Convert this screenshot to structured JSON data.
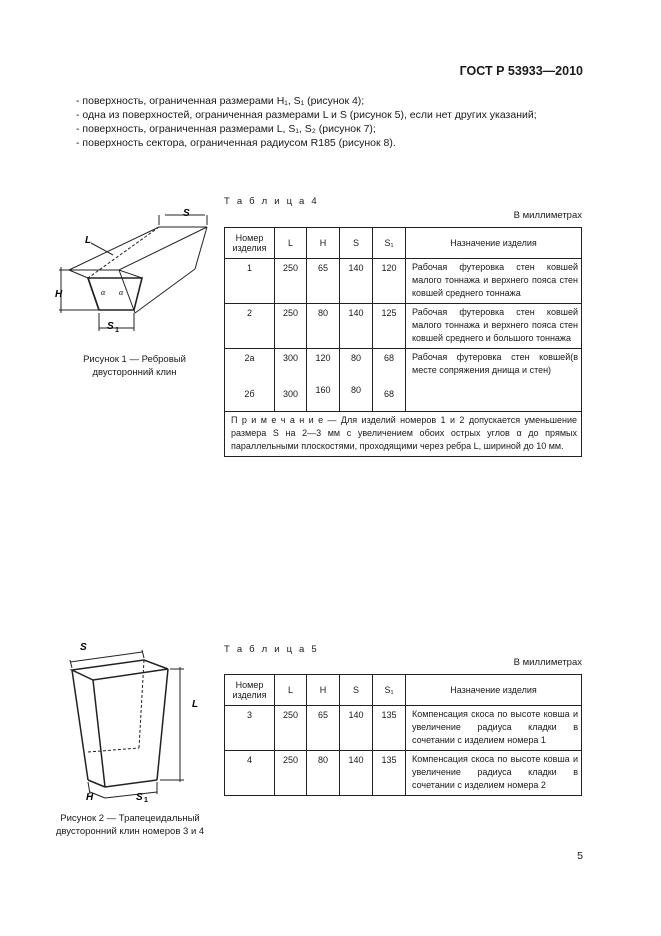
{
  "header": {
    "doc_code": "ГОСТ Р 53933—2010"
  },
  "bullets": [
    "- поверхность, ограниченная размерами H₁, S₁ (рисунок 4);",
    "- одна из поверхностей, ограниченная размерами L и S (рисунок 5), если нет других указаний;",
    "- поверхность, ограниченная размерами L, S₁, S₂ (рисунок 7);",
    "- поверхность сектора, ограниченная радиусом R185 (рисунок 8)."
  ],
  "table4": {
    "caption": "Т а б л и ц а  4",
    "units": "В миллиметрах",
    "headers": [
      "Номер изделия",
      "L",
      "H",
      "S",
      "S₁",
      "Назначение изделия"
    ],
    "rows": [
      {
        "num": "1",
        "L": "250",
        "H": "65",
        "S": "140",
        "S1": "120",
        "desc": "Рабочая футеровка стен ковшей малого тоннажа и верхнего пояса стен ковшей среднего тоннажа"
      },
      {
        "num": "2",
        "L": "250",
        "H": "80",
        "S": "140",
        "S1": "125",
        "desc": "Рабочая футеровка стен ковшей малого тоннажа и верхнего пояса стен ковшей среднего и большого тоннажа"
      },
      {
        "num": "2а",
        "L": "300",
        "H": "120",
        "S": "80",
        "S1": "68",
        "desc": "Рабочая футеровка стен ковшей(в месте сопряжения днища и стен)"
      },
      {
        "num": "2б",
        "L": "300",
        "H": "160",
        "S": "80",
        "S1": "68",
        "desc": ""
      }
    ],
    "note": "П р и м е ч а н и е — Для изделий номеров 1 и 2 допускается уменьшение размера S на 2—3 мм с увеличением обоих острых углов α до прямых параллельными плоскостями, проходящими через ребра L, шириной до 10 мм."
  },
  "figure1": {
    "caption_line1": "Рисунок 1 — Ребровый",
    "caption_line2": "двусторонний клин",
    "labels": {
      "L": "L",
      "S": "S",
      "H": "H",
      "S1": "S",
      "S1_sub": "1",
      "alpha": "α"
    }
  },
  "table5": {
    "caption": "Т а б л и ц а  5",
    "units": "В миллиметрах",
    "headers": [
      "Номер изделия",
      "L",
      "H",
      "S",
      "S₁",
      "Назначение изделия"
    ],
    "rows": [
      {
        "num": "3",
        "L": "250",
        "H": "65",
        "S": "140",
        "S1": "135",
        "desc": "Компенсация скоса по высоте ковша и увеличение радиуса кладки в сочетании с изделием номера 1"
      },
      {
        "num": "4",
        "L": "250",
        "H": "80",
        "S": "140",
        "S1": "135",
        "desc": "Компенсация скоса по высоте ковша и увеличение радиуса кладки в сочетании с изделием номера 2"
      }
    ]
  },
  "figure2": {
    "caption_line1": "Рисунок 2 — Трапецеидальный",
    "caption_line2": "двусторонний клин номеров 3 и 4",
    "labels": {
      "S": "S",
      "L": "L",
      "H": "H",
      "S1": "S",
      "S1_sub": "1"
    }
  },
  "page_number": "5"
}
